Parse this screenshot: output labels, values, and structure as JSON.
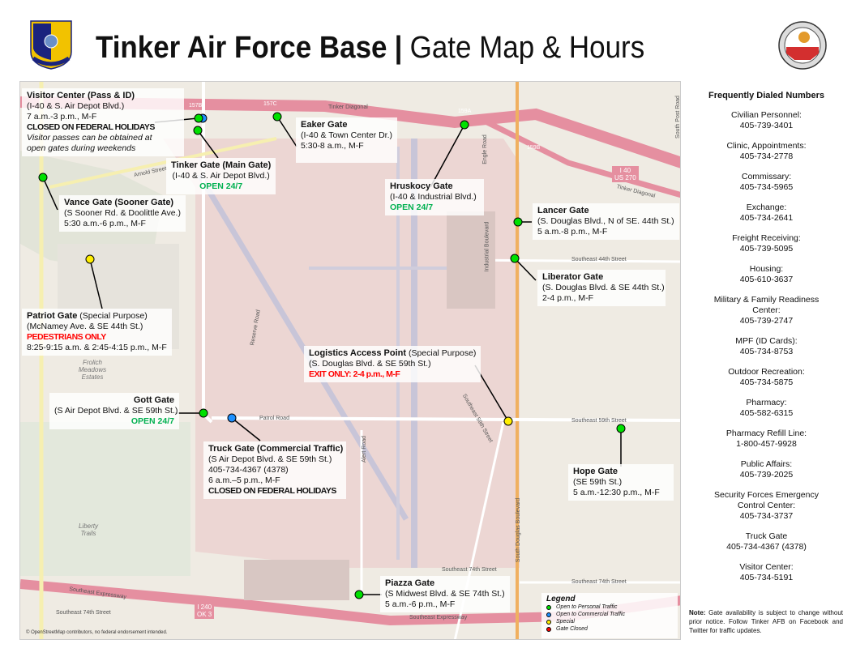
{
  "header": {
    "title_bold": "Tinker Air Force Base",
    "separator": "|",
    "title_light": "Gate Map & Hours",
    "left_logo": "72d Air Base Wing",
    "right_logo": "72d Air Base Wing Wildcatters"
  },
  "colors": {
    "open_personal": "#00e000",
    "open_commercial": "#1e90ff",
    "special": "#ffee00",
    "closed": "#ff0000",
    "open_text": "#00b050",
    "alert_text": "#ff0000"
  },
  "gates": {
    "visitor": {
      "name": "Visitor Center (Pass & ID)",
      "loc": "(I-40 & S. Air Depot Blvd.)",
      "hours": "7 a.m.-3 p.m., M-F",
      "status": "CLOSED ON FEDERAL HOLIDAYS",
      "note1": "Visitor passes can be obtained at",
      "note2": "open gates during weekends"
    },
    "tinker": {
      "name": "Tinker Gate (Main Gate)",
      "loc": "(I-40 & S. Air Depot Blvd.)",
      "status": "OPEN 24/7"
    },
    "eaker": {
      "name": "Eaker Gate",
      "loc": "(I-40 & Town Center Dr.)",
      "hours": "5:30-8 a.m., M-F"
    },
    "hruskocy": {
      "name": "Hruskocy Gate",
      "loc": "(I-40 & Industrial Blvd.)",
      "status": "OPEN 24/7"
    },
    "vance": {
      "name": "Vance Gate (Sooner Gate)",
      "loc": "(S Sooner Rd. & Doolittle Ave.)",
      "hours": "5:30 a.m.-6 p.m., M-F"
    },
    "lancer": {
      "name": "Lancer Gate",
      "loc": "(S. Douglas Blvd., N of SE. 44th St.)",
      "hours": "5 a.m.-8 p.m., M-F"
    },
    "liberator": {
      "name": "Liberator Gate",
      "loc": "(S. Douglas Blvd. & SE 44th St.)",
      "hours": "2-4 p.m., M-F"
    },
    "patriot": {
      "name": "Patriot Gate",
      "type": " (Special Purpose)",
      "loc": "(McNamey Ave. & SE 44th St.)",
      "status": "PEDESTRIANS ONLY",
      "hours": "8:25-9:15 a.m. & 2:45-4:15 p.m., M-F"
    },
    "logistics": {
      "name": "Logistics Access Point",
      "type": " (Special Purpose)",
      "loc": "(S. Douglas Blvd. & SE 59th St.)",
      "status": "EXIT ONLY: 2-4 p.m., M-F"
    },
    "gott": {
      "name": "Gott Gate",
      "loc": "(S Air Depot Blvd. & SE 59th St.)",
      "status": "OPEN 24/7"
    },
    "truck": {
      "name": "Truck Gate (Commercial Traffic)",
      "loc": "(S Air Depot Blvd. & SE 59th St.)",
      "phone": "405-734-4367 (4378)",
      "hours": "6 a.m.–5 p.m., M-F",
      "status": "CLOSED ON FEDERAL HOLIDAYS"
    },
    "hope": {
      "name": "Hope Gate",
      "loc": "(SE 59th St.)",
      "hours": "5 a.m.-12:30 p.m., M-F"
    },
    "piazza": {
      "name": "Piazza Gate",
      "loc": "(S Midwest Blvd. & SE 74th St.)",
      "hours": "5 a.m.-6 p.m., M-F"
    }
  },
  "map_labels": {
    "tinker_diagonal": "Tinker Diagonal",
    "tinker_diagonal2": "Tinker Diagonal",
    "arnold": "Arnold Street",
    "industrial": "Industrial Boulevard",
    "se44": "Southeast 44th Street",
    "se59": "Southeast 59th Street",
    "se59b": "Southeast 59th Street",
    "se74": "Southeast 74th Street",
    "se74b": "Southeast 74th Street",
    "expressway": "Southeast Expressway",
    "expressway2": "Southeast Expressway",
    "patrol": "Patrol Road",
    "reserve": "Reserve Road",
    "alert": "Alert Road",
    "douglas": "South Douglas Boulevard",
    "engle": "Engle Road",
    "post": "South Post Road",
    "i40": "I 40",
    "us270": "US 270",
    "i240": "I 240",
    "ok3": "OK 3",
    "exit157b": "157B",
    "exit157c": "157C",
    "exit159a": "159A",
    "exit159b": "159B",
    "frolich": "Frolich Meadows Estates",
    "liberty": "Liberty Trails",
    "attribution": "© OpenStreetMap contributors, no federal endorsement intended."
  },
  "legend": {
    "title": "Legend",
    "items": [
      {
        "label": "Open to Personal Traffic",
        "color": "#00e000"
      },
      {
        "label": "Open to Commercial Traffic",
        "color": "#1e90ff"
      },
      {
        "label": "Special",
        "color": "#ffee00"
      },
      {
        "label": "Gate Closed",
        "color": "#ff0000"
      }
    ]
  },
  "sidebar": {
    "title": "Frequently Dialed Numbers",
    "entries": [
      {
        "name": "Civilian Personnel:",
        "phone": "405-739-3401"
      },
      {
        "name": "Clinic, Appointments:",
        "phone": "405-734-2778"
      },
      {
        "name": "Commissary:",
        "phone": "405-734-5965"
      },
      {
        "name": "Exchange:",
        "phone": "405-734-2641"
      },
      {
        "name": "Freight Receiving:",
        "phone": "405-739-5095"
      },
      {
        "name": "Housing:",
        "phone": "405-610-3637"
      },
      {
        "name": "Military & Family Readiness Center:",
        "phone": "405-739-2747"
      },
      {
        "name": "MPF (ID Cards):",
        "phone": "405-734-8753"
      },
      {
        "name": "Outdoor Recreation:",
        "phone": "405-734-5875"
      },
      {
        "name": "Pharmacy:",
        "phone": "405-582-6315"
      },
      {
        "name": "Pharmacy Refill Line:",
        "phone": "1-800-457-9928"
      },
      {
        "name": "Public Affairs:",
        "phone": "405-739-2025"
      },
      {
        "name": "Security Forces Emergency Control Center:",
        "phone": "405-734-3737"
      },
      {
        "name": "Truck Gate",
        "phone": "405-734-4367 (4378)"
      },
      {
        "name": "Visitor Center:",
        "phone": "405-734-5191"
      }
    ],
    "note_label": "Note:",
    "note_text": " Gate availability is subject to change without prior notice. Follow Tinker AFB on Facebook and Twitter for traffic updates."
  }
}
